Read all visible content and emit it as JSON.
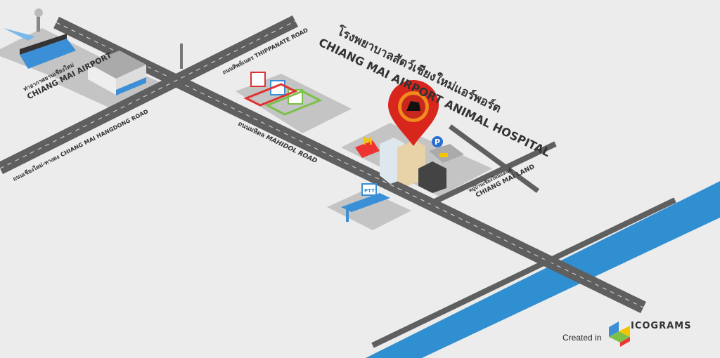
{
  "labels": {
    "airport_th": "ท่าอากาศยานเชียงใหม่",
    "airport_en": "CHIANG MAI AIRPORT",
    "hangdong_th": "ถนนเชียงใหม่-หางดง",
    "hangdong_en": "CHIANG MAI HANGDONG ROAD",
    "thippanate_th": "ถนนทิพย์เนตร",
    "thippanate_en": "THIPPANATE ROAD",
    "mahidol_th": "ถนนมหิดล",
    "mahidol_en": "MAHIDOL ROAD",
    "hospital_th": "โรงพยาบาลสัตว์เชียงใหม่แอร์พอร์ต",
    "hospital_en": "CHIANG MAI AIRPORT ANIMAL HOSPITAL",
    "land_th": "หมู่บ้านเชียงใหม่แลนด์",
    "land_en": "CHIANG MAI LAND",
    "ptt": "PTT",
    "parking": "P",
    "mcd": "M"
  },
  "footer": {
    "created_in": "Created in",
    "brand": "ICOGRAMS"
  },
  "colors": {
    "road": "#5f5f5f",
    "river": "#2f8fd0",
    "pin": "#d8261c",
    "lot": "#bdbdbd"
  }
}
